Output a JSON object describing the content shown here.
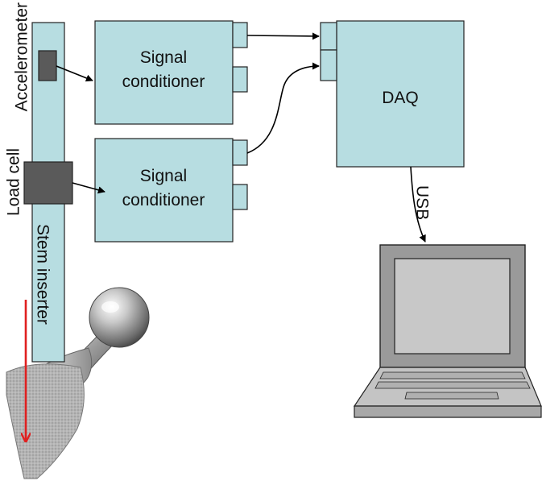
{
  "labels": {
    "accelerometer": "Accelerometer",
    "load_cell": "Load cell",
    "stem_inserter": "Stem inserter",
    "signal_conditioner_top": [
      "Signal",
      "conditioner"
    ],
    "signal_conditioner_bottom": [
      "Signal",
      "conditioner"
    ],
    "daq": "DAQ",
    "usb": "USB"
  },
  "colors": {
    "box_fill": "#b7dde1",
    "sensor_fill": "#5a5a5a",
    "impact_arrow": "#e02020"
  },
  "icons": [
    "laptop-icon",
    "hip-implant-icon"
  ]
}
